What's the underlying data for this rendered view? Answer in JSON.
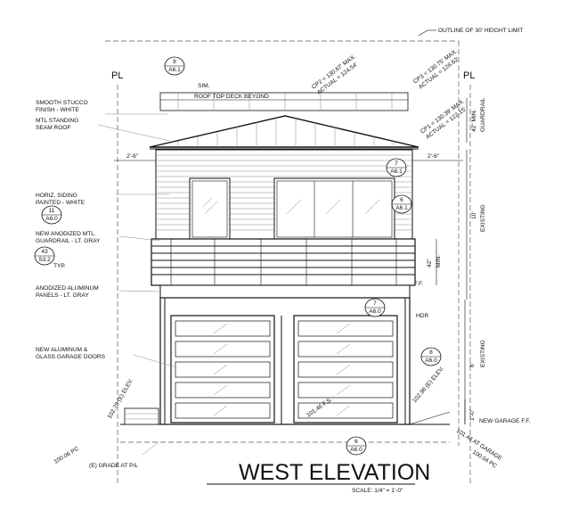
{
  "title": "WEST ELEVATION",
  "scale": "SCALE: 1/4\" = 1'-0\"",
  "property_line_symbol": "PL",
  "height_limit": "OUTLINE OF 30' HEIGHT LIMIT",
  "roof_deck": "ROOF TOP DECK BEYOND",
  "sim": "SIM.",
  "notes": {
    "stucco_1": "SMOOTH STUCCO",
    "stucco_2": "FINISH - WHITE",
    "roof_1": "MTL STANDING",
    "roof_2": "SEAM ROOF",
    "siding_1": "HORIZ. SIDING",
    "siding_2": "PAINTED - WHITE",
    "guard_1": "NEW ANODIZED MTL.",
    "guard_2": "GUARDRAIL - LT. GRAY",
    "typ": "TYP.",
    "panels_1": "ANODIZED ALUMINUM",
    "panels_2": "PANELS - LT. GRAY",
    "doors_1": "NEW ALUMINUM &",
    "doors_2": "GLASS GARAGE DOORS",
    "grade": "(E) GRADE AT P/L",
    "garage_ff": "NEW GARAGE F.F.",
    "hdr": "HDR",
    "ff": "F.F."
  },
  "callouts": {
    "c1_num": "8",
    "c1_sheet": "A6.1",
    "c2_num": "7",
    "c2_sheet": "A6.1",
    "c3_num": "6",
    "c3_sheet": "A6.1",
    "c4_num": "11",
    "c4_sheet": "A6.0",
    "c5_num": "43",
    "c5_sheet": "S3.2",
    "c6_num": "7",
    "c6_sheet": "A6.0",
    "c7_num": "8",
    "c7_sheet": "A6.0",
    "c8_num": "6",
    "c8_sheet": "A6.0"
  },
  "dims": {
    "overhang_left": "2'-6\"",
    "overhang_right": "2'-6\"",
    "guardrail_top": "42\" MIN.",
    "guardrail_top_2": "GUARDRAIL",
    "upper_height": "10'",
    "upper_existing": "EXISTING",
    "guardrail_mid": "42\"",
    "guardrail_mid_2": "MIN.",
    "lower_height": "8'",
    "lower_existing": "EXISTING",
    "ff_drop": "1'-0\""
  },
  "elevations": {
    "cp3_1": "CP3 = 130.75' MAX.",
    "cp3_2": "ACTUAL = 126.62'",
    "cp2_1": "CP2 = 130.67' MAX.",
    "cp2_2": "ACTUAL = 124.54'",
    "cp1_1": "CP1 = 130.39' MAX.",
    "cp1_2": "ACTUAL = 122.15'",
    "left_elev": "102.79 (E) ELEV.",
    "right_elev": "102.96 (E) ELEV.",
    "fs": "101.46 F.S.",
    "pc_left": "100.06 PC",
    "garage": "101.46 AT GARAGE",
    "pc_right": "100.04 PC"
  }
}
